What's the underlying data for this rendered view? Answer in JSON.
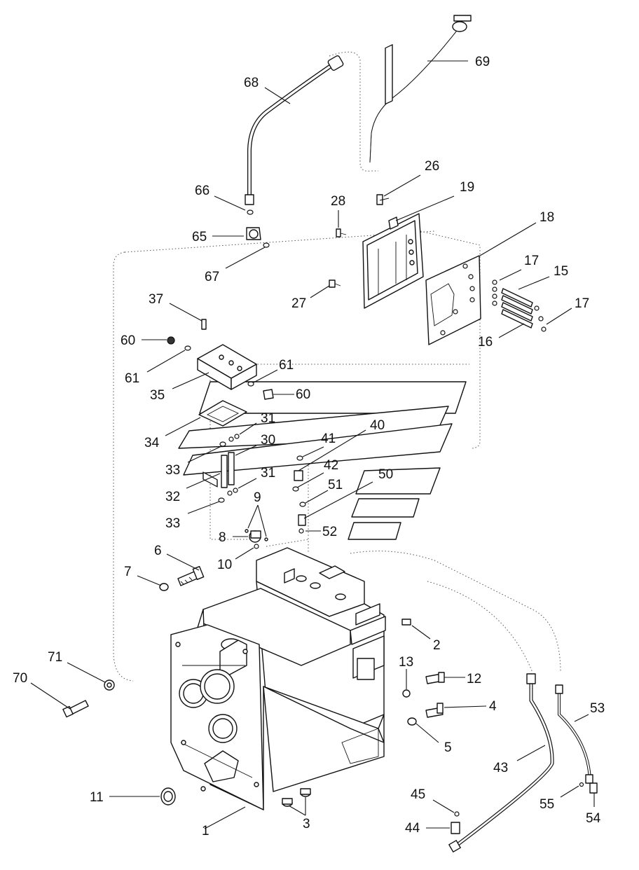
{
  "callouts": [
    {
      "id": "c1",
      "text": "1"
    },
    {
      "id": "c2",
      "text": "2"
    },
    {
      "id": "c3",
      "text": "3"
    },
    {
      "id": "c4",
      "text": "4"
    },
    {
      "id": "c5",
      "text": "5"
    },
    {
      "id": "c6",
      "text": "6"
    },
    {
      "id": "c7",
      "text": "7"
    },
    {
      "id": "c8",
      "text": "8"
    },
    {
      "id": "c9",
      "text": "9"
    },
    {
      "id": "c10",
      "text": "10"
    },
    {
      "id": "c11",
      "text": "11"
    },
    {
      "id": "c12",
      "text": "12"
    },
    {
      "id": "c13",
      "text": "13"
    },
    {
      "id": "c15",
      "text": "15"
    },
    {
      "id": "c16",
      "text": "16"
    },
    {
      "id": "c17a",
      "text": "17"
    },
    {
      "id": "c17b",
      "text": "17"
    },
    {
      "id": "c18",
      "text": "18"
    },
    {
      "id": "c19",
      "text": "19"
    },
    {
      "id": "c26",
      "text": "26"
    },
    {
      "id": "c27",
      "text": "27"
    },
    {
      "id": "c28",
      "text": "28"
    },
    {
      "id": "c30",
      "text": "30"
    },
    {
      "id": "c31a",
      "text": "31"
    },
    {
      "id": "c31b",
      "text": "31"
    },
    {
      "id": "c32",
      "text": "32"
    },
    {
      "id": "c33a",
      "text": "33"
    },
    {
      "id": "c33b",
      "text": "33"
    },
    {
      "id": "c34",
      "text": "34"
    },
    {
      "id": "c35",
      "text": "35"
    },
    {
      "id": "c37",
      "text": "37"
    },
    {
      "id": "c40",
      "text": "40"
    },
    {
      "id": "c41",
      "text": "41"
    },
    {
      "id": "c42",
      "text": "42"
    },
    {
      "id": "c43",
      "text": "43"
    },
    {
      "id": "c44",
      "text": "44"
    },
    {
      "id": "c45",
      "text": "45"
    },
    {
      "id": "c50",
      "text": "50"
    },
    {
      "id": "c51",
      "text": "51"
    },
    {
      "id": "c52",
      "text": "52"
    },
    {
      "id": "c53",
      "text": "53"
    },
    {
      "id": "c54",
      "text": "54"
    },
    {
      "id": "c55",
      "text": "55"
    },
    {
      "id": "c60a",
      "text": "60"
    },
    {
      "id": "c60b",
      "text": "60"
    },
    {
      "id": "c61a",
      "text": "61"
    },
    {
      "id": "c61b",
      "text": "61"
    },
    {
      "id": "c65",
      "text": "65"
    },
    {
      "id": "c66",
      "text": "66"
    },
    {
      "id": "c67",
      "text": "67"
    },
    {
      "id": "c68",
      "text": "68"
    },
    {
      "id": "c69",
      "text": "69"
    },
    {
      "id": "c70",
      "text": "70"
    },
    {
      "id": "c71",
      "text": "71"
    }
  ]
}
